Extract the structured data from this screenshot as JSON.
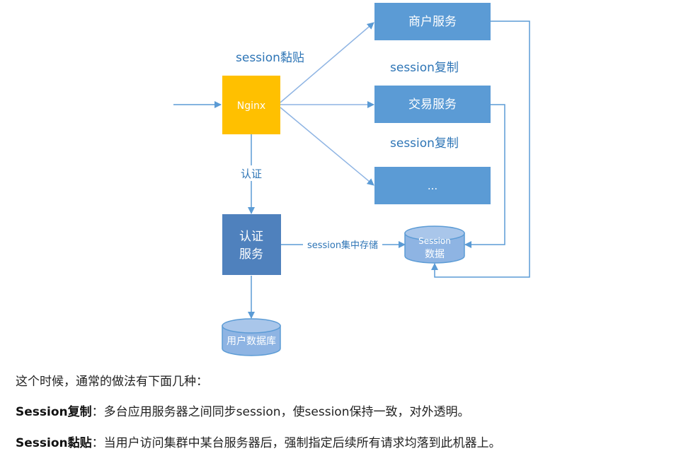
{
  "diagram": {
    "nginx": "Nginx",
    "merchant_service": "商户服务",
    "trade_service": "交易服务",
    "more_service": "...",
    "auth_service_line1": "认证",
    "auth_service_line2": "服务",
    "session_db_line1": "Session",
    "session_db_line2": "数据",
    "user_db": "用户数据库",
    "label_sticky": "session黏贴",
    "label_replication_1": "session复制",
    "label_replication_2": "session复制",
    "label_auth": "认证",
    "label_central_store": "session集中存储"
  },
  "text": {
    "intro": "这个时候，通常的做法有下面几种：",
    "replication_term": "Session复制",
    "replication_desc": "：多台应用服务器之间同步session，使session保持一致，对外透明。",
    "sticky_term": "Session黏贴",
    "sticky_desc": "：当用户访问集群中某台服务器后，强制指定后续所有请求均落到此机器上。"
  },
  "colors": {
    "nginx_fill": "#ffc000",
    "service_fill": "#5b9bd5",
    "auth_fill": "#4f81bd",
    "db_fill": "#8eb4e3",
    "label_text": "#2e75b6",
    "arrow": "#5b9bd5"
  }
}
